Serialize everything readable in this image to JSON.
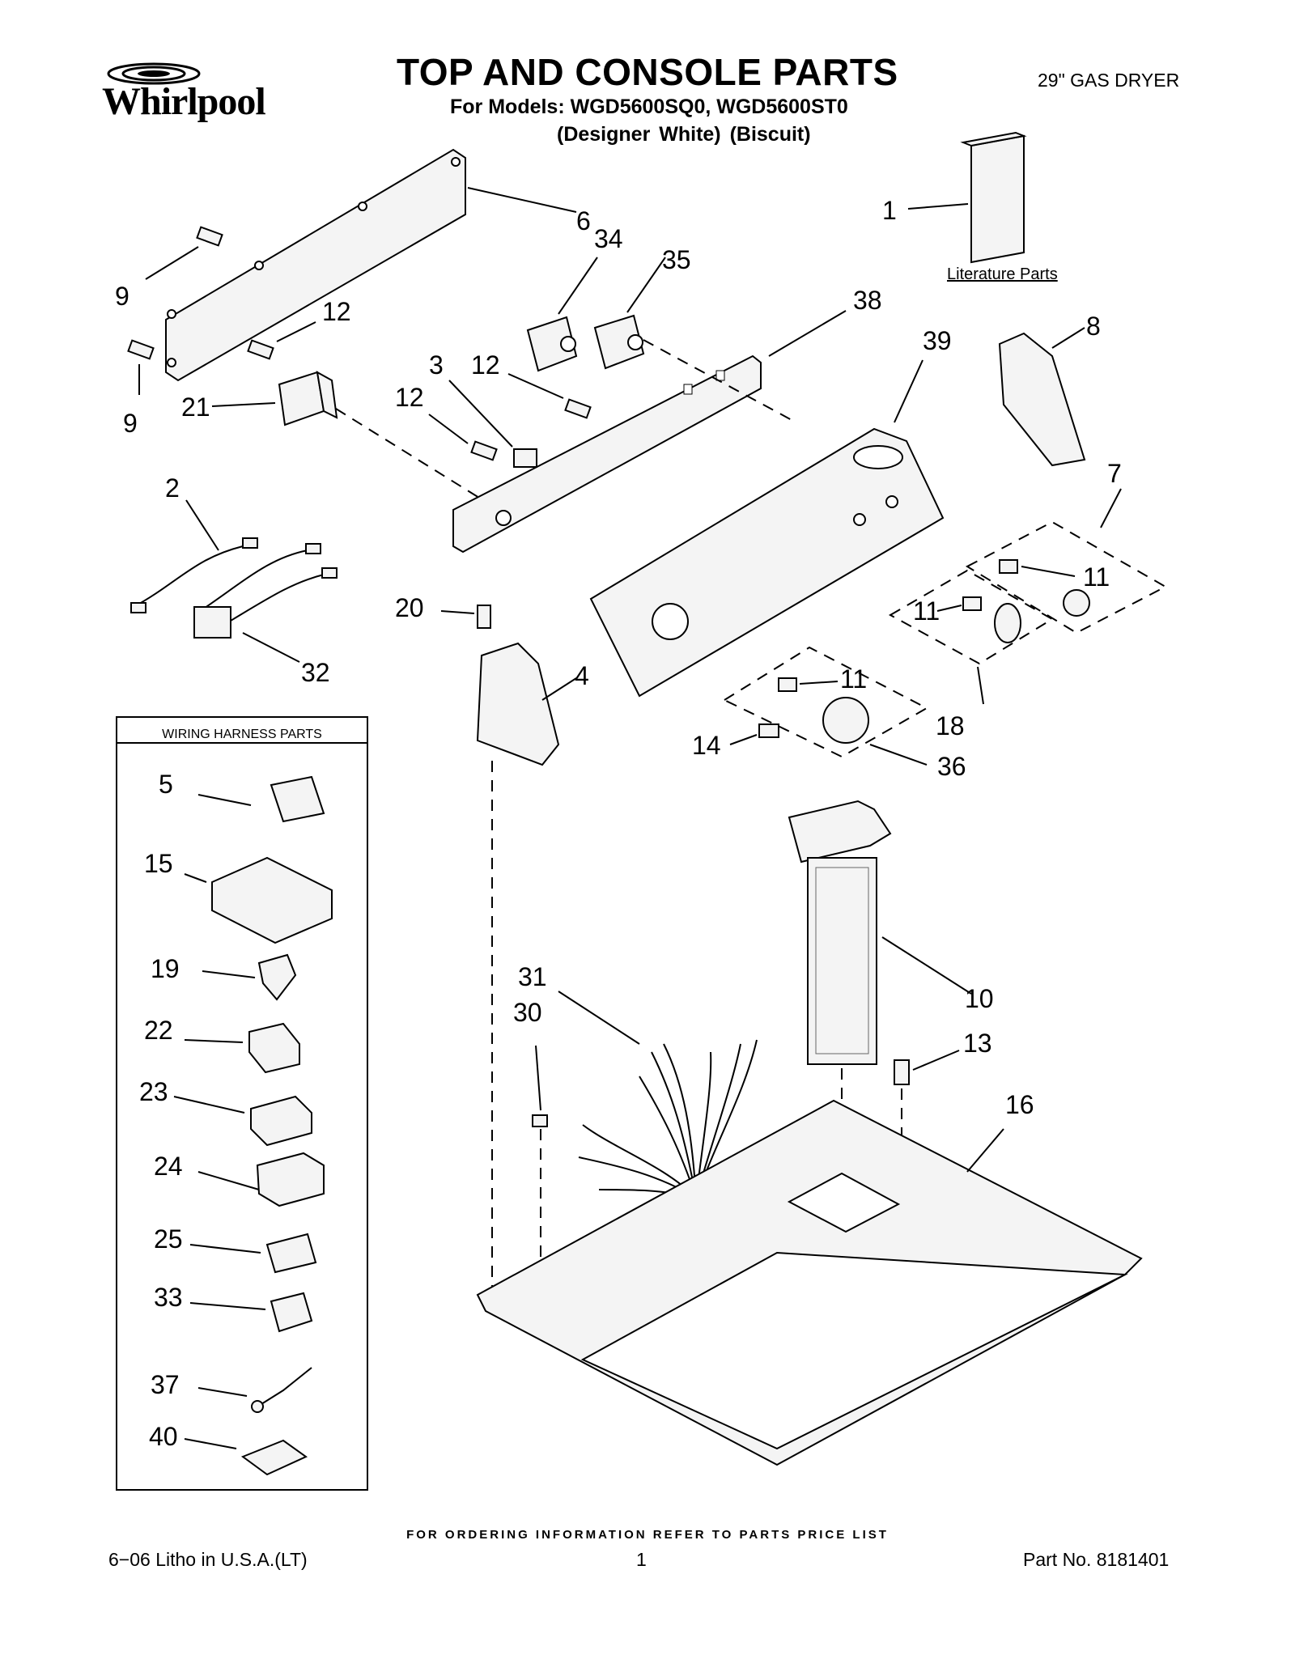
{
  "brand": "Whirlpool",
  "title": "TOP AND CONSOLE PARTS",
  "models_line": "For Models: WGD5600SQ0, WGD5600ST0",
  "colors_line": "(Designer White)    (Biscuit)",
  "product": "29\" GAS DRYER",
  "literature_label": "Literature Parts",
  "wiring_box_title": "WIRING HARNESS PARTS",
  "footer_note": "FOR ORDERING INFORMATION REFER TO PARTS PRICE LIST",
  "footer_left": "6−06 Litho in U.S.A.(LT)",
  "footer_page": "1",
  "footer_part_no": "Part No. 8181401",
  "callouts": {
    "c1": "1",
    "c2": "2",
    "c3": "3",
    "c4": "4",
    "c5": "5",
    "c6": "6",
    "c7": "7",
    "c8": "8",
    "c9a": "9",
    "c9b": "9",
    "c10": "10",
    "c11a": "11",
    "c11b": "11",
    "c11c": "11",
    "c12a": "12",
    "c12b": "12",
    "c12c": "12",
    "c13": "13",
    "c14": "14",
    "c15": "15",
    "c16": "16",
    "c18": "18",
    "c19": "19",
    "c20": "20",
    "c21": "21",
    "c22": "22",
    "c23": "23",
    "c24": "24",
    "c25": "25",
    "c30": "30",
    "c31": "31",
    "c32": "32",
    "c33": "33",
    "c34": "34",
    "c35": "35",
    "c36": "36",
    "c37": "37",
    "c38": "38",
    "c39": "39",
    "c40": "40"
  }
}
